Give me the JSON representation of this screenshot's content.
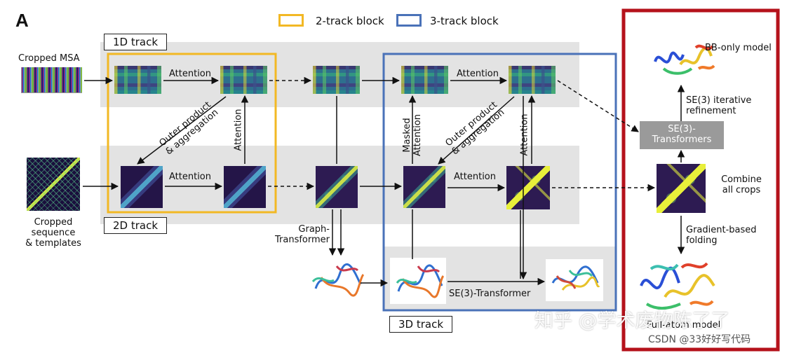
{
  "panel_letter": "A",
  "legend": {
    "two_track": {
      "label": "2-track block",
      "color": "#f2b824"
    },
    "three_track": {
      "label": "3-track block",
      "color": "#4a72b8"
    }
  },
  "tracks": {
    "one_d": "1D track",
    "two_d": "2D track",
    "three_d": "3D track"
  },
  "inputs": {
    "msa": "Cropped MSA",
    "sequence": [
      "Cropped",
      "sequence",
      "& templates"
    ]
  },
  "edge_labels": {
    "attention": "Attention",
    "outer_product": [
      "Outer product",
      "& aggregation"
    ],
    "masked_attention": [
      "Masked",
      "Attention"
    ],
    "graph_transformer": [
      "Graph-",
      "Transformer"
    ],
    "se3_transformer": "SE(3)-Transformer"
  },
  "output": {
    "border_color": "#b5121b",
    "bb_only_model": "BB-only model",
    "se3_box": [
      "SE(3)-",
      "Transformers"
    ],
    "se3_iterative": [
      "SE(3) iterative",
      "refinement"
    ],
    "combine": [
      "Combine",
      "all crops"
    ],
    "gradient": [
      "Gradient-based",
      "folding"
    ],
    "full_atom": "Full-atom model"
  },
  "watermark": {
    "zhihu": "知乎 @学术废物陈了了",
    "csdn": "CSDN @33好好写代码"
  }
}
